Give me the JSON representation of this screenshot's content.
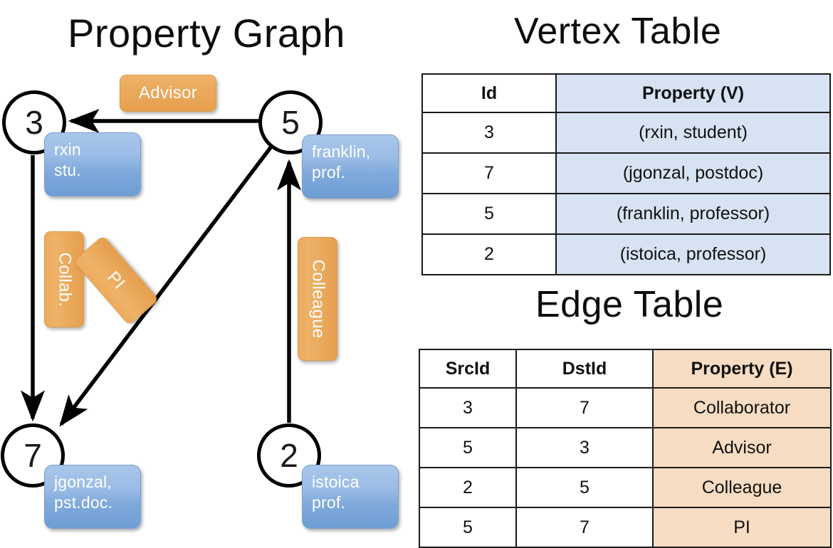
{
  "titles": {
    "graph": "Property Graph",
    "vertex_table": "Vertex Table",
    "edge_table": "Edge Table"
  },
  "graph": {
    "nodes": [
      {
        "id": "3",
        "property": "rxin\nstu."
      },
      {
        "id": "5",
        "property": "franklin,\nprof."
      },
      {
        "id": "7",
        "property": "jgonzal,\npst.doc."
      },
      {
        "id": "2",
        "property": "istoica\nprof."
      }
    ],
    "node_labels": {
      "n3": "3",
      "n5": "5",
      "n7": "7",
      "n2": "2"
    },
    "property_labels": {
      "rxin_line1": "rxin",
      "rxin_line2": "stu.",
      "franklin_line1": "franklin,",
      "franklin_line2": "prof.",
      "jgonzal_line1": "jgonzal,",
      "jgonzal_line2": "pst.doc.",
      "istoica_line1": "istoica",
      "istoica_line2": "prof."
    },
    "edge_labels": {
      "advisor": "Advisor",
      "collab": "Collab.",
      "pi": "PI",
      "colleague": "Colleague"
    },
    "edges": [
      {
        "from": "5",
        "to": "3",
        "label": "Advisor"
      },
      {
        "from": "3",
        "to": "7",
        "label": "Collab."
      },
      {
        "from": "5",
        "to": "7",
        "label": "PI"
      },
      {
        "from": "2",
        "to": "5",
        "label": "Colleague"
      }
    ]
  },
  "vertex_table": {
    "headers": [
      "Id",
      "Property (V)"
    ],
    "rows": [
      {
        "id": "3",
        "property": "(rxin, student)"
      },
      {
        "id": "7",
        "property": "(jgonzal, postdoc)"
      },
      {
        "id": "5",
        "property": "(franklin, professor)"
      },
      {
        "id": "2",
        "property": "(istoica, professor)"
      }
    ]
  },
  "edge_table": {
    "headers": [
      "SrcId",
      "DstId",
      "Property (E)"
    ],
    "rows": [
      {
        "src": "3",
        "dst": "7",
        "property": "Collaborator"
      },
      {
        "src": "5",
        "dst": "3",
        "property": "Advisor"
      },
      {
        "src": "2",
        "dst": "5",
        "property": "Colleague"
      },
      {
        "src": "5",
        "dst": "7",
        "property": "PI"
      }
    ]
  },
  "colors": {
    "vertex_property_bg": "#d7e2f2",
    "edge_property_bg": "#f6dcc2",
    "node_box_blue": "#7fa9db",
    "edge_label_orange": "#eaa95c",
    "stroke": "#000000"
  }
}
